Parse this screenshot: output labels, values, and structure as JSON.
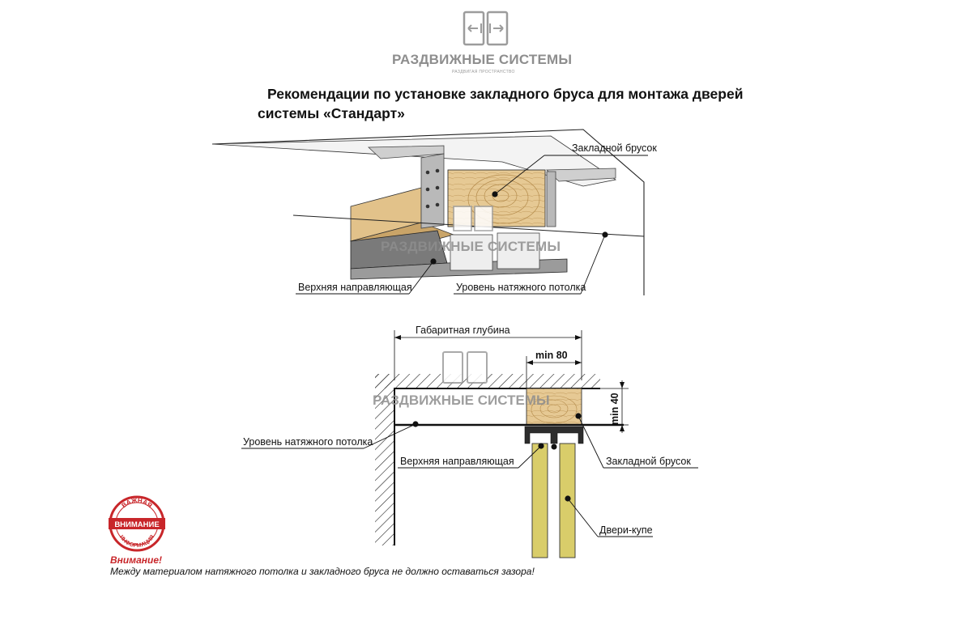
{
  "brand": {
    "name": "РАЗДВИЖНЫЕ СИСТЕМЫ",
    "tagline": "РАЗДВИГАЯ ПРОСТРАНСТВО"
  },
  "title": {
    "line1": "Рекомендации по установке закладного бруса для монтажа дверей",
    "line2": "системы «Стандарт»"
  },
  "top_diagram": {
    "label_beam": "Закладной брусок",
    "label_rail": "Верхняя направляющая",
    "label_ceiling_level": "Уровень натяжного потолка"
  },
  "section_diagram": {
    "label_depth": "Габаритная глубина",
    "label_min_width": "min 80",
    "label_min_height": "min 40",
    "label_ceiling_level": "Уровень натяжного потолка",
    "label_rail": "Верхняя направляющая",
    "label_beam": "Закладной брусок",
    "label_doors": "Двери-купе"
  },
  "stamp": {
    "top_text": "ВАЖНАЯ",
    "band_text": "ВНИМАНИЕ",
    "bottom_text": "ИНФОРМАЦИЯ",
    "color": "#c8262a"
  },
  "warning": {
    "title": "Внимание!",
    "text": "Между материалом натяжного потолка и закладного бруса не должно оставаться зазора!"
  },
  "colors": {
    "wood": "#e6c994",
    "wood_dark": "#d4ae6e",
    "door": "#d9cd6a",
    "metal": "#c9c9c9",
    "accent": "#c8262a"
  }
}
